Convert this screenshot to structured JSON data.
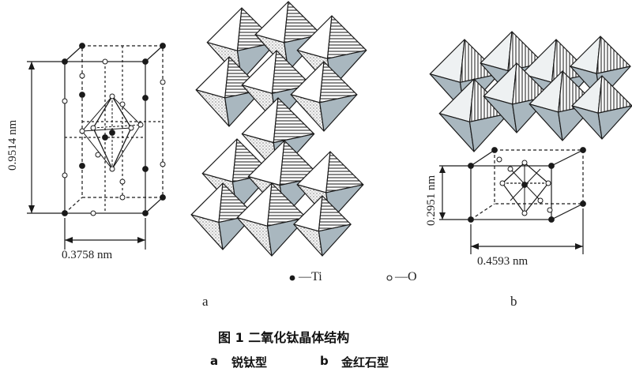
{
  "structures": {
    "anatase": {
      "panel_letter": "a",
      "height_dim": "0.9514 nm",
      "width_dim": "0.3758 nm"
    },
    "rutile": {
      "panel_letter": "b",
      "height_dim": "0.2951 nm",
      "width_dim": "0.4593 nm"
    }
  },
  "legend": {
    "ti_label": "—Ti",
    "o_label": "—O"
  },
  "caption": {
    "title": "图 1   二氧化钛晶体结构",
    "sub_a_letter": "a",
    "sub_a_text": "锐钛型",
    "sub_b_letter": "b",
    "sub_b_text": "金红石型"
  },
  "colors": {
    "ink": "#1a1a1a",
    "octa_shade": "#a9b7bf",
    "octa_light": "#eef1f2"
  }
}
